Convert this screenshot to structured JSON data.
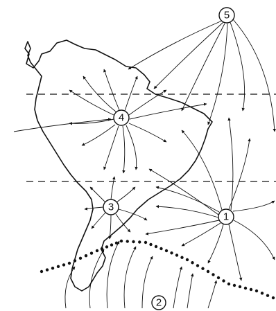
{
  "centers": [
    {
      "id": "1",
      "label": "1"
    },
    {
      "id": "2",
      "label": "2"
    },
    {
      "id": "3",
      "label": "3"
    },
    {
      "id": "4",
      "label": "4"
    },
    {
      "id": "5",
      "label": "5"
    }
  ]
}
